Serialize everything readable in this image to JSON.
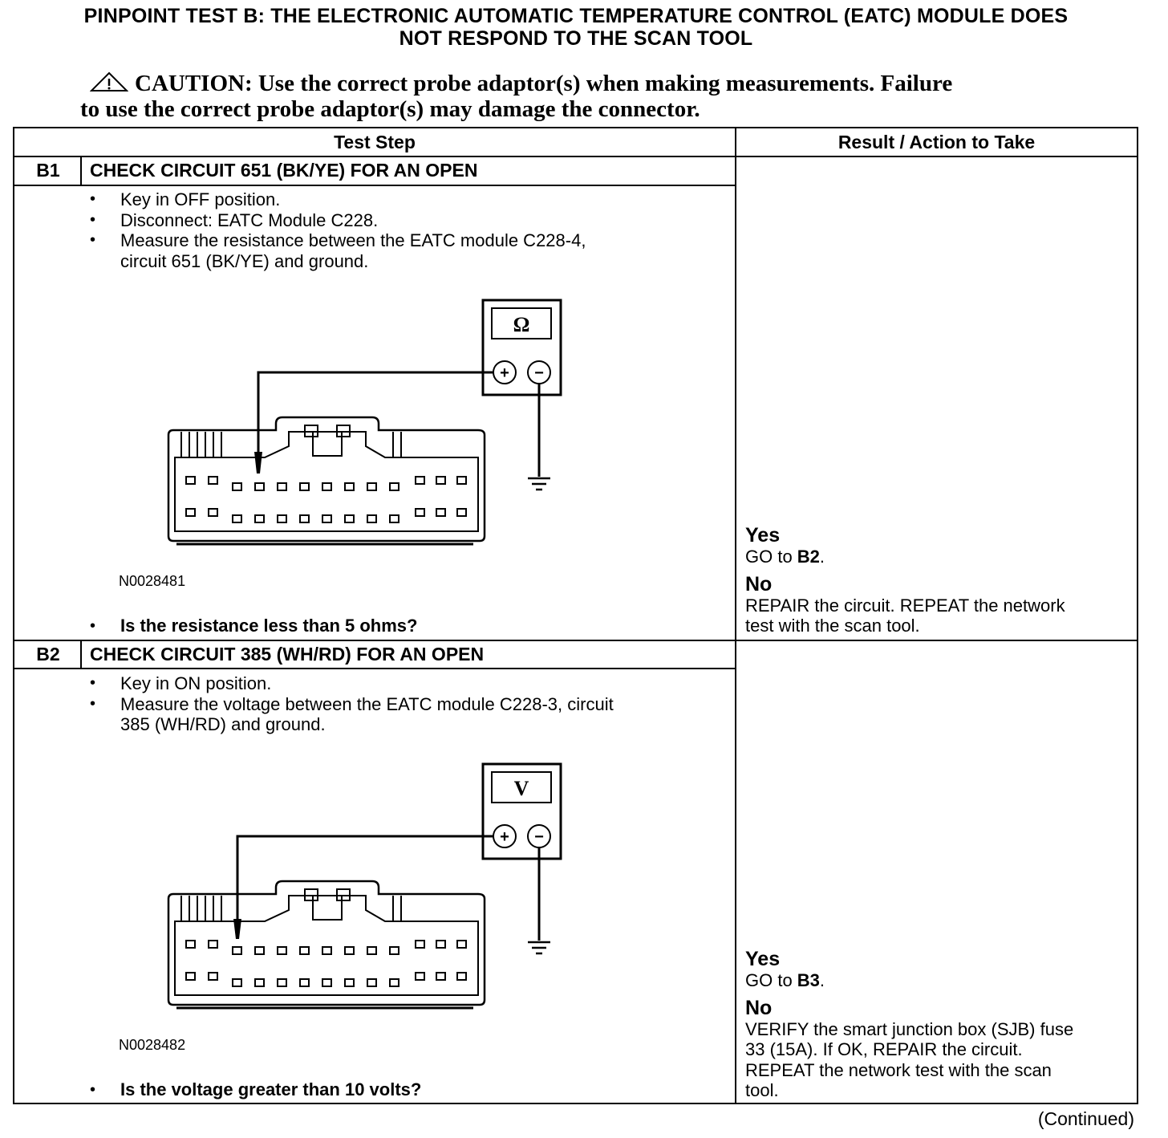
{
  "title": {
    "line1": "PINPOINT TEST  B: THE ELECTRONIC AUTOMATIC TEMPERATURE CONTROL (EATC) MODULE DOES",
    "line2": "NOT RESPOND TO THE SCAN TOOL"
  },
  "caution": {
    "line1": "CAUTION: Use the correct probe adaptor(s) when making measurements. Failure",
    "line2": "to use the correct probe adaptor(s) may damage the connector."
  },
  "table": {
    "header_test_step": "Test Step",
    "header_result": "Result / Action to Take"
  },
  "steps": [
    {
      "id": "B1",
      "title": "CHECK CIRCUIT 651 (BK/YE) FOR AN OPEN",
      "bullets": [
        "Key in OFF position.",
        "Disconnect: EATC Module C228.",
        "Measure the resistance between the EATC module C228-4,",
        "circuit 651 (BK/YE) and ground."
      ],
      "meter_symbol": "Ω",
      "figure_code": "N0028481",
      "question": "Is the resistance less than 5 ohms?",
      "yes_label": "Yes",
      "yes_action_pre": "GO to ",
      "yes_action_target": "B2",
      "yes_action_post": ".",
      "no_label": "No",
      "no_action": [
        "REPAIR the circuit. REPEAT the network",
        "test with the scan tool."
      ]
    },
    {
      "id": "B2",
      "title": "CHECK CIRCUIT 385 (WH/RD) FOR AN OPEN",
      "bullets": [
        "Key in ON position.",
        "Measure the voltage between the EATC module C228-3, circuit",
        "385 (WH/RD) and ground."
      ],
      "meter_symbol": "V",
      "figure_code": "N0028482",
      "question": "Is the voltage greater than 10 volts?",
      "yes_label": "Yes",
      "yes_action_pre": "GO to ",
      "yes_action_target": "B3",
      "yes_action_post": ".",
      "no_label": "No",
      "no_action": [
        "VERIFY the smart junction box (SJB) fuse",
        "33 (15A). If OK, REPAIR the circuit.",
        "REPEAT the network test with the scan",
        "tool."
      ]
    }
  ],
  "meter_plus": "+",
  "meter_minus": "−",
  "continued": "(Continued)"
}
